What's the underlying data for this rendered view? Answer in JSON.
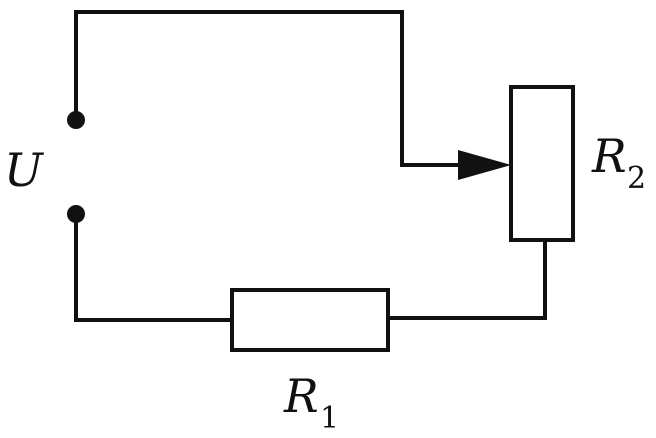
{
  "labels": {
    "voltage": "U",
    "r1": "R",
    "r1_sub": "1",
    "r2": "R",
    "r2_sub": "2"
  },
  "colors": {
    "stroke": "#111111",
    "background": "#ffffff"
  },
  "icons": {
    "terminal": "filled-circle",
    "slider": "arrow-head"
  }
}
